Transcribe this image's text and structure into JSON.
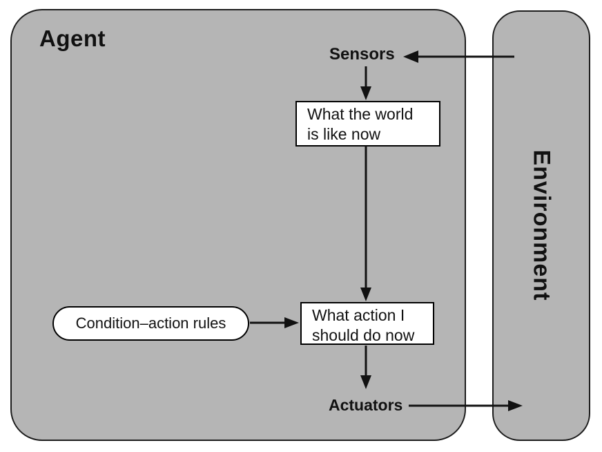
{
  "colors": {
    "panel_fill": "#b5b5b5",
    "panel_border": "#1c1c1c",
    "box_fill": "#ffffff",
    "box_border": "#000000",
    "arrow": "#111111",
    "background": "#ffffff",
    "text": "#111111"
  },
  "agent": {
    "label": "Agent"
  },
  "environment": {
    "label": "Environment"
  },
  "nodes": {
    "sensors": "Sensors",
    "actuators": "Actuators",
    "world_state": {
      "line1": "What the world",
      "line2": "is like now"
    },
    "action_choice": {
      "line1": "What action I",
      "line2": "should do now"
    },
    "rules": "Condition–action rules"
  }
}
